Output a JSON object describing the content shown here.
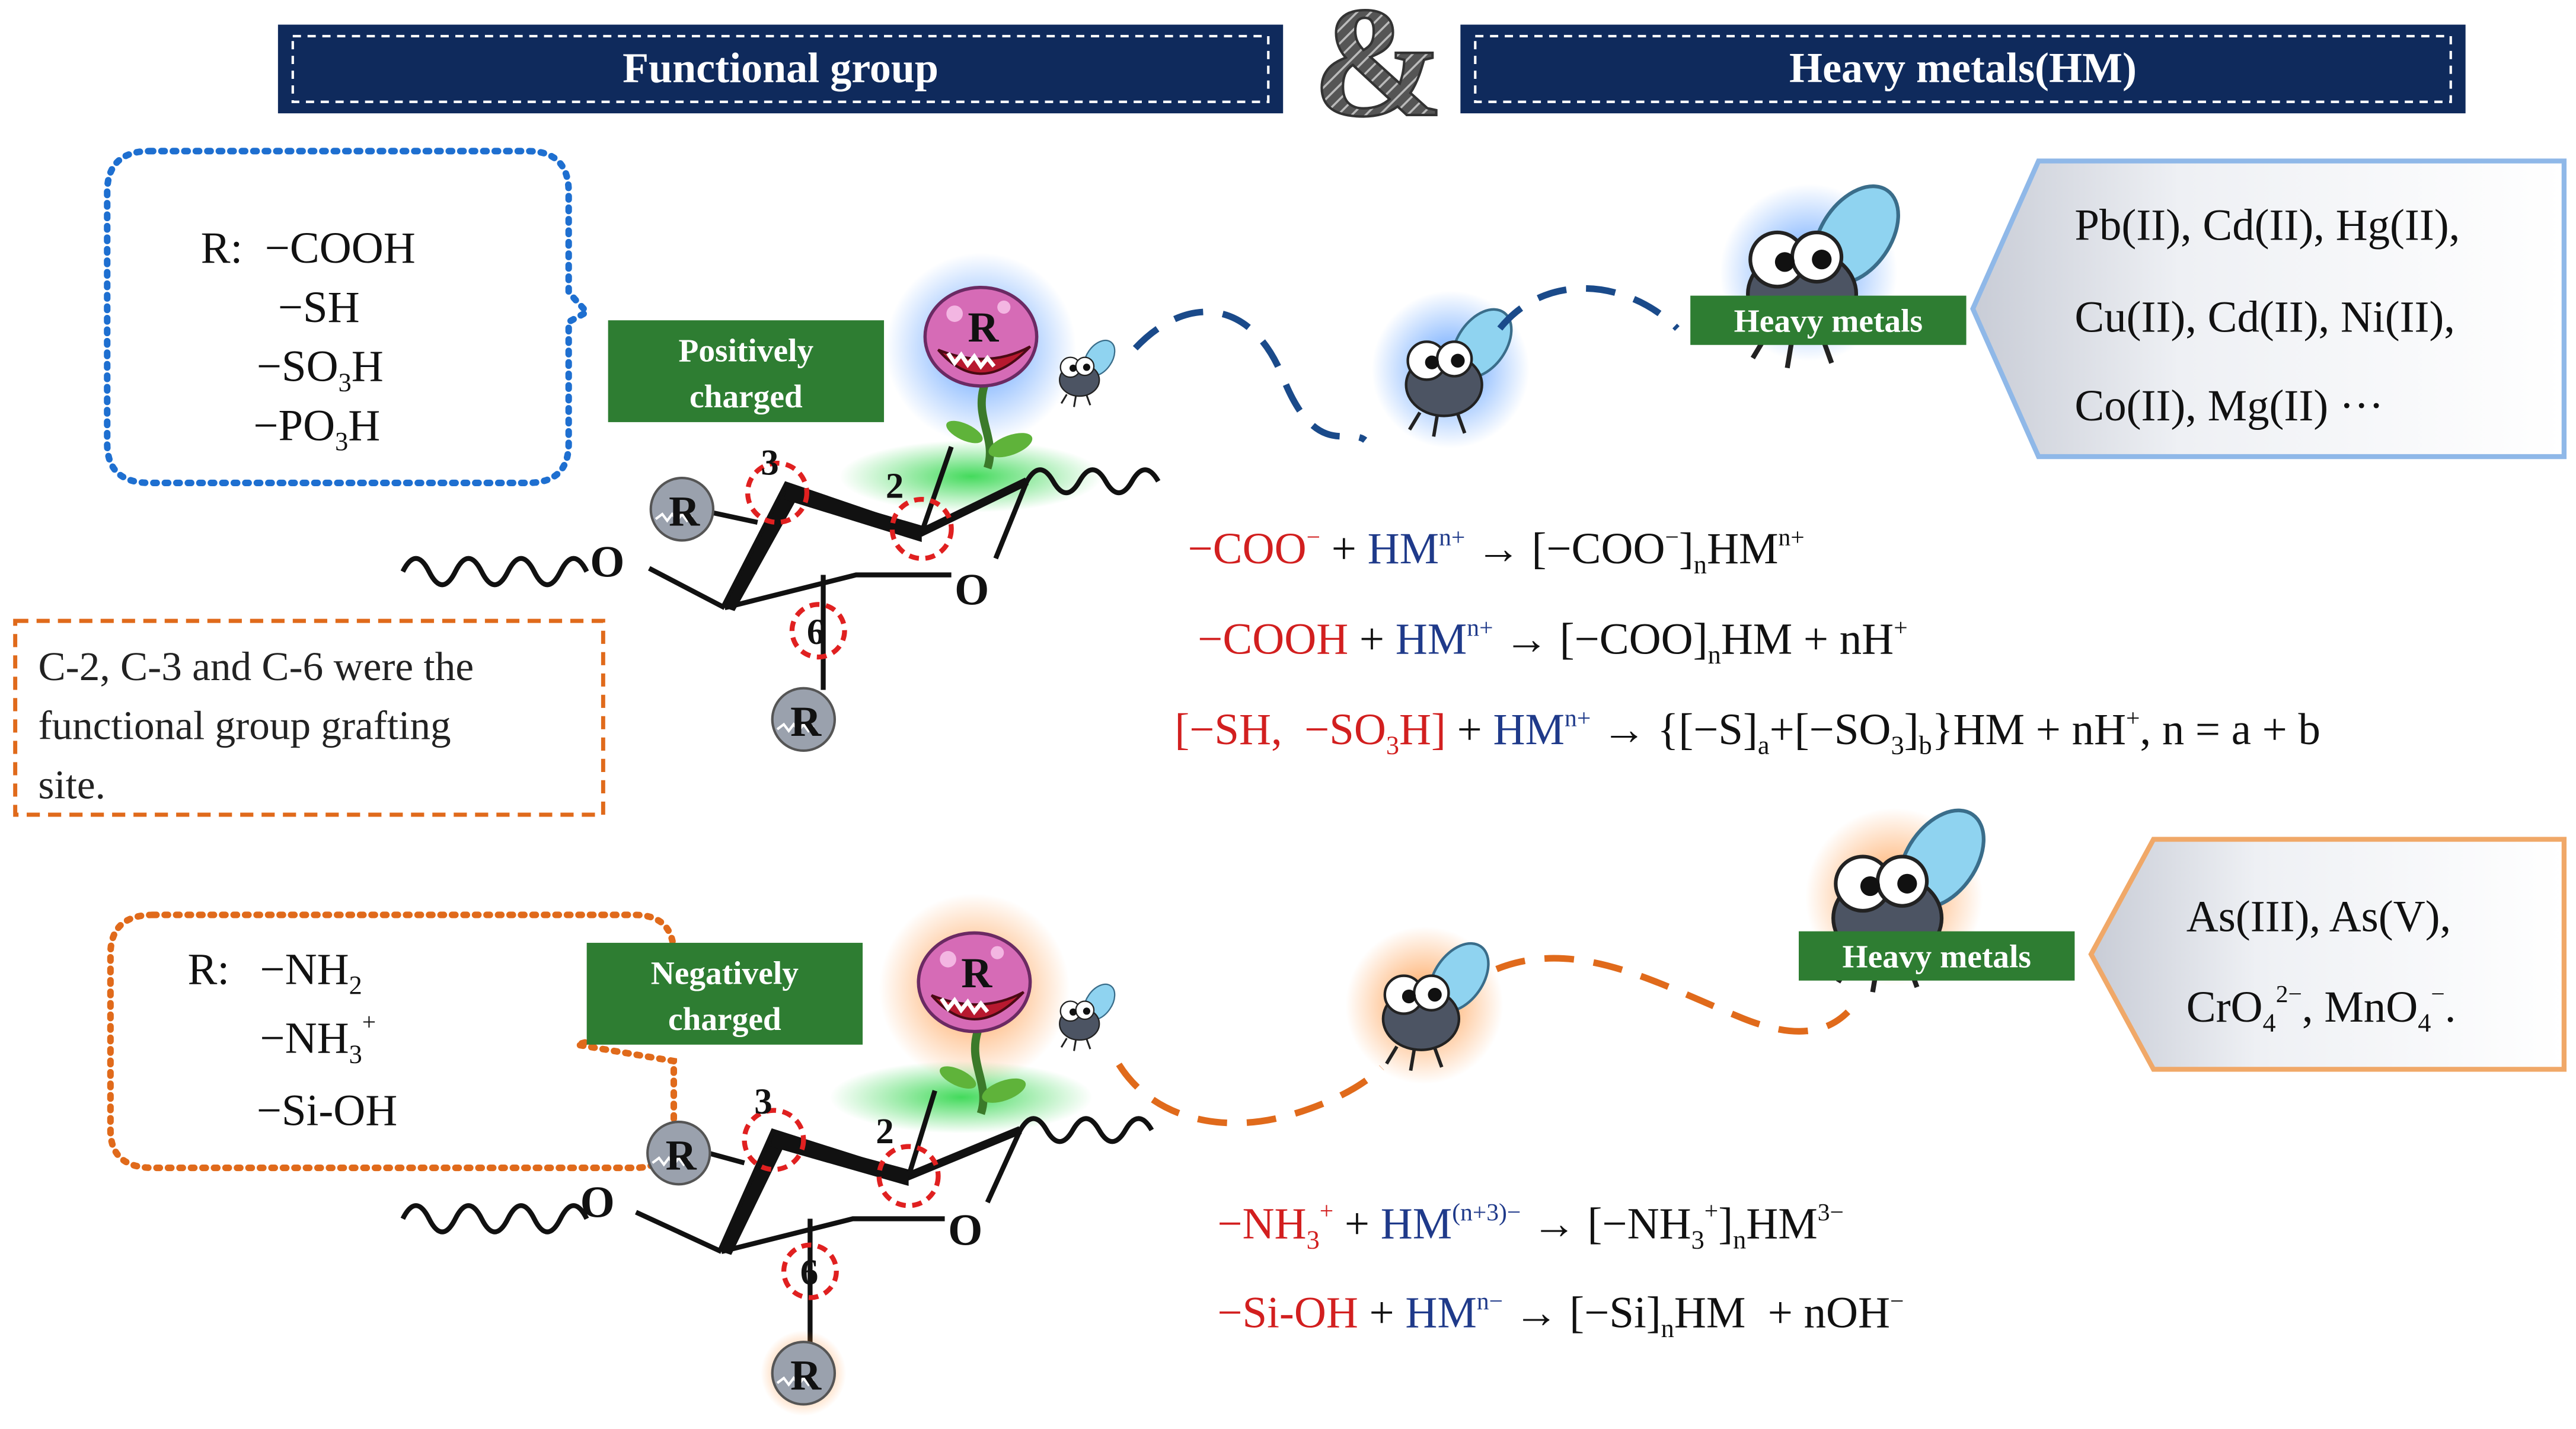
{
  "header": {
    "left_title": "Functional group",
    "ampersand": "&",
    "right_title": "Heavy metals(HM)"
  },
  "top": {
    "r_groups": {
      "prefix": "R:",
      "g1": "−COOH",
      "g2": "−SH",
      "g3_a": "−SO",
      "g3_sub": "3",
      "g3_b": "H",
      "g4_a": "−PO",
      "g4_sub": "3",
      "g4_b": "H"
    },
    "charge_label_line1": "Positively",
    "charge_label_line2": "charged",
    "heavy_metals_label": "Heavy metals",
    "metals_line1": "Pb(II), Cd(II), Hg(II),",
    "metals_line2": "Cu(II), Cd(II), Ni(II),",
    "metals_line3": "Co(II), Mg(II) ···",
    "note_line1": "C-2, C-3 and C-6 were the",
    "note_line2": "functional group grafting",
    "note_line3": "site.",
    "eq1": {
      "r1": "−COO",
      "r1_sup": "−",
      "plus": " + ",
      "hm": "HM",
      "hm_sup": "n+",
      "arrow": " → ",
      "p1": "[−COO",
      "p1_sup": "−",
      "p2": "]",
      "p_sub": "n",
      "p3": "HM",
      "p3_sup": "n+"
    },
    "eq2": {
      "r1": "−COOH",
      "plus": " + ",
      "hm": "HM",
      "hm_sup": "n+",
      "arrow": " → ",
      "p1": "[−COO]",
      "p_sub": "n",
      "p2": "HM + nH",
      "p2_sup": "+"
    },
    "eq3": {
      "r1": "[−SH,  −SO",
      "r1_sub": "3",
      "r1_b": "H]",
      "plus": " + ",
      "hm": "HM",
      "hm_sup": "n+",
      "arrow": " → ",
      "p1": "{[−S]",
      "p1_sub": "a",
      "p2": "+[−SO",
      "p2_sub": "3",
      "p3": "]",
      "p3_sub": "b",
      "p4": "}HM + nH",
      "p4_sup": "+",
      "p5": ", n = a + b"
    }
  },
  "bottom": {
    "r_groups": {
      "prefix": "R:",
      "g1_a": "−NH",
      "g1_sub": "2",
      "g2_a": "−NH",
      "g2_sub": "3",
      "g2_sup": "+",
      "g3": "−Si-OH"
    },
    "charge_label_line1": "Negatively",
    "charge_label_line2": "charged",
    "heavy_metals_label": "Heavy metals",
    "metals_line1": "As(III), As(V),",
    "metals_line2_a": "CrO",
    "metals_line2_sub1": "4",
    "metals_line2_sup1": "2−",
    "metals_line2_b": ", MnO",
    "metals_line2_sub2": "4",
    "metals_line2_sup2": "−",
    "metals_line2_c": ".",
    "eq1": {
      "r1": "−NH",
      "r1_sub": "3",
      "r1_sup": "+",
      "plus": " + ",
      "hm": "HM",
      "hm_sup": "(n+3)−",
      "arrow": " → ",
      "p1": "[−NH",
      "p1_sub": "3",
      "p1_sup": "+",
      "p2": "]",
      "p_sub": "n",
      "p3": "HM",
      "p3_sup": "3−"
    },
    "eq2": {
      "r1": "−Si-OH",
      "plus": " + ",
      "hm": "HM",
      "hm_sup": "n−",
      "arrow": " → ",
      "p1": "[−Si]",
      "p_sub": "n",
      "p2": "HM  + nOH",
      "p2_sup": "−"
    }
  },
  "ring": {
    "oxygen": "O",
    "c2": "2",
    "c3": "3",
    "c6": "6",
    "r": "R"
  },
  "colors": {
    "header_bg": "#0f2a5c",
    "green_label": "#2e7d32",
    "blue_dash": "#1a4a8a",
    "orange_dash": "#e06a1b",
    "red_text": "#d21f1f",
    "blue_text": "#1f3a8a",
    "metals_panel_blue_border": "#8fb8e8",
    "metals_panel_orange_border": "#f0a868"
  }
}
